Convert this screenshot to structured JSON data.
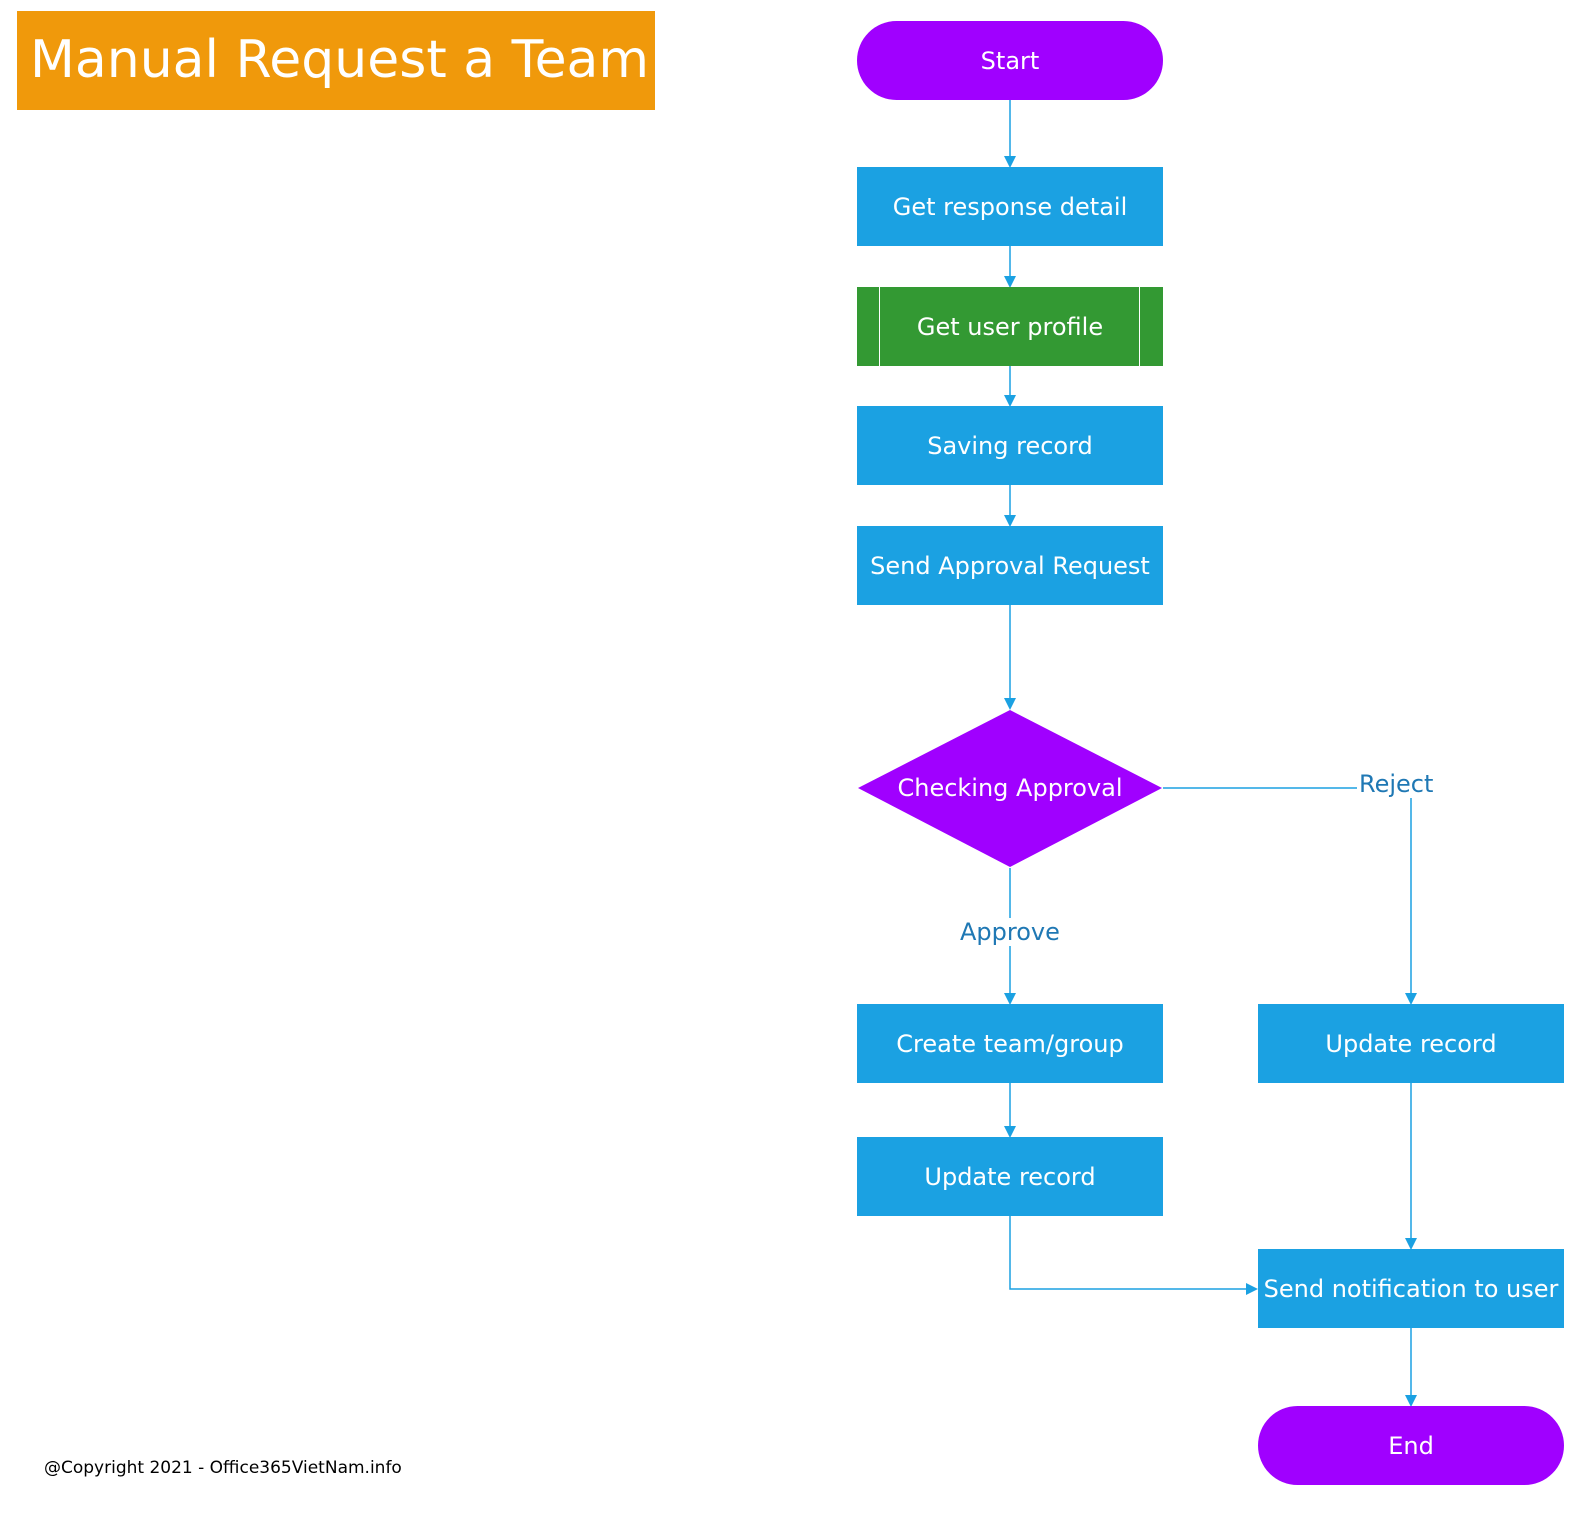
{
  "title": "Manual Request a Team",
  "nodes": {
    "start": "Start",
    "get_response_detail": "Get response detail",
    "get_user_profile": "Get user profile",
    "saving_record": "Saving record",
    "send_approval_request": "Send Approval Request",
    "checking_approval": "Checking Approval",
    "create_team_group": "Create team/group",
    "update_record_approve": "Update record",
    "update_record_reject": "Update record",
    "send_notification": "Send notification to user",
    "end": "End"
  },
  "edge_labels": {
    "reject": "Reject",
    "approve": "Approve"
  },
  "footer": {
    "copyright": "@Copyright 2021 - Office365VietNam.info"
  },
  "colors": {
    "title_bg": "#f0990b",
    "process": "#1ba1e2",
    "terminal": "#a000ff",
    "subprocess": "#339933",
    "connector": "#1ba1e2",
    "edge_label": "#1f78b4"
  }
}
